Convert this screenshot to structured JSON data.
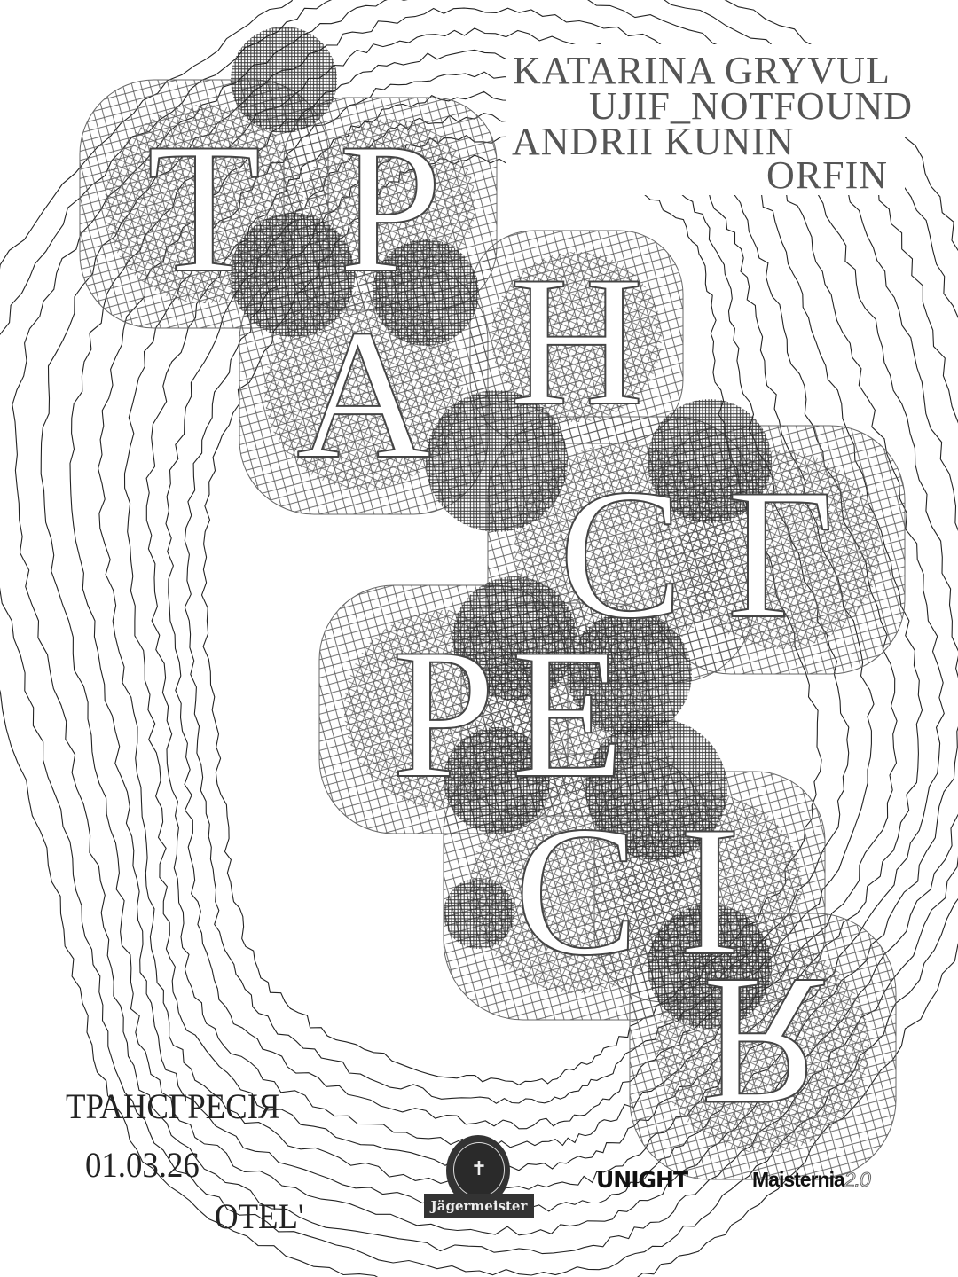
{
  "artists": [
    "KATARINA GRYVUL",
    "UJIF_NOTFOUND",
    "ANDRII KUNIN",
    "ORFIN"
  ],
  "title_letters": [
    "Т",
    "Р",
    "А",
    "Н",
    "С",
    "Г",
    "Р",
    "Е",
    "С",
    "І",
    "Я"
  ],
  "event": {
    "title": "ТРАНСГРЕСІЯ",
    "date": "01.03.26",
    "venue": "OTEL'"
  },
  "sponsors": {
    "jagermeister": "Jägermeister",
    "unight": "UNIGHT",
    "maisternia": "Maisternia",
    "maisternia_version": "2.0"
  },
  "colors": {
    "ink": "#333333",
    "text": "#555555",
    "background": "#ffffff"
  }
}
